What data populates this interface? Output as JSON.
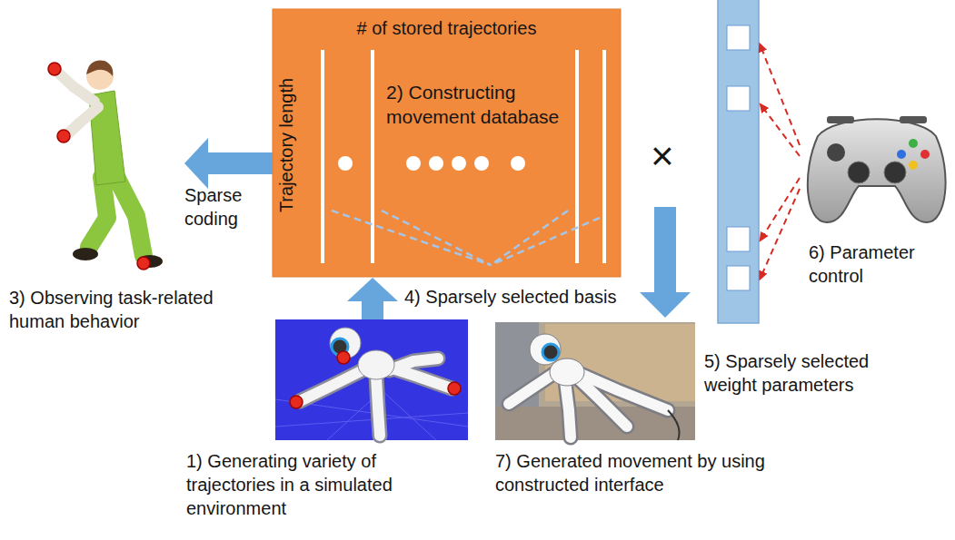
{
  "diagram": {
    "nodes": [
      {
        "text": [
          "# of stored trajectories",
          "2) Constructing movement database",
          "Trajectory length"
        ]
      },
      {
        "text": [
          "1) Generating variety of trajectories in a simulated environment"
        ]
      },
      {
        "text": [
          "3) Observing task-related human behavior"
        ]
      },
      {
        "text": [
          "7) Generated movement by using constructed interface"
        ]
      },
      {
        "text": [
          "5) Sparsely selected weight parameters"
        ]
      },
      {
        "text": [
          "6) Parameter control"
        ]
      }
    ],
    "edges": [
      {
        "from": 1,
        "to": 0,
        "arrow": "to"
      },
      {
        "from": 0,
        "to": 2,
        "label": "Sparse coding",
        "arrow": "to"
      },
      {
        "from": 5,
        "to": 4,
        "arrow": "to"
      }
    ],
    "labels": [
      "4) Sparsely selected basis",
      "×"
    ]
  }
}
